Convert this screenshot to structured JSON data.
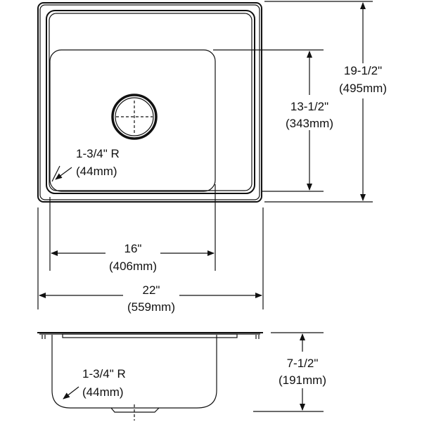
{
  "top_view": {
    "overall_depth": {
      "in": "19-1/2\"",
      "mm": "(495mm)"
    },
    "bowl_depth": {
      "in": "13-1/2\"",
      "mm": "(343mm)"
    },
    "corner_radius": {
      "in": "1-3/4\" R",
      "mm": "(44mm)"
    },
    "bowl_width": {
      "in": "16\"",
      "mm": "(406mm)"
    },
    "overall_width": {
      "in": "22\"",
      "mm": "(559mm)"
    }
  },
  "side_view": {
    "bowl_height": {
      "in": "7-1/2\"",
      "mm": "(191mm)"
    },
    "corner_radius": {
      "in": "1-3/4\" R",
      "mm": "(44mm)"
    }
  }
}
